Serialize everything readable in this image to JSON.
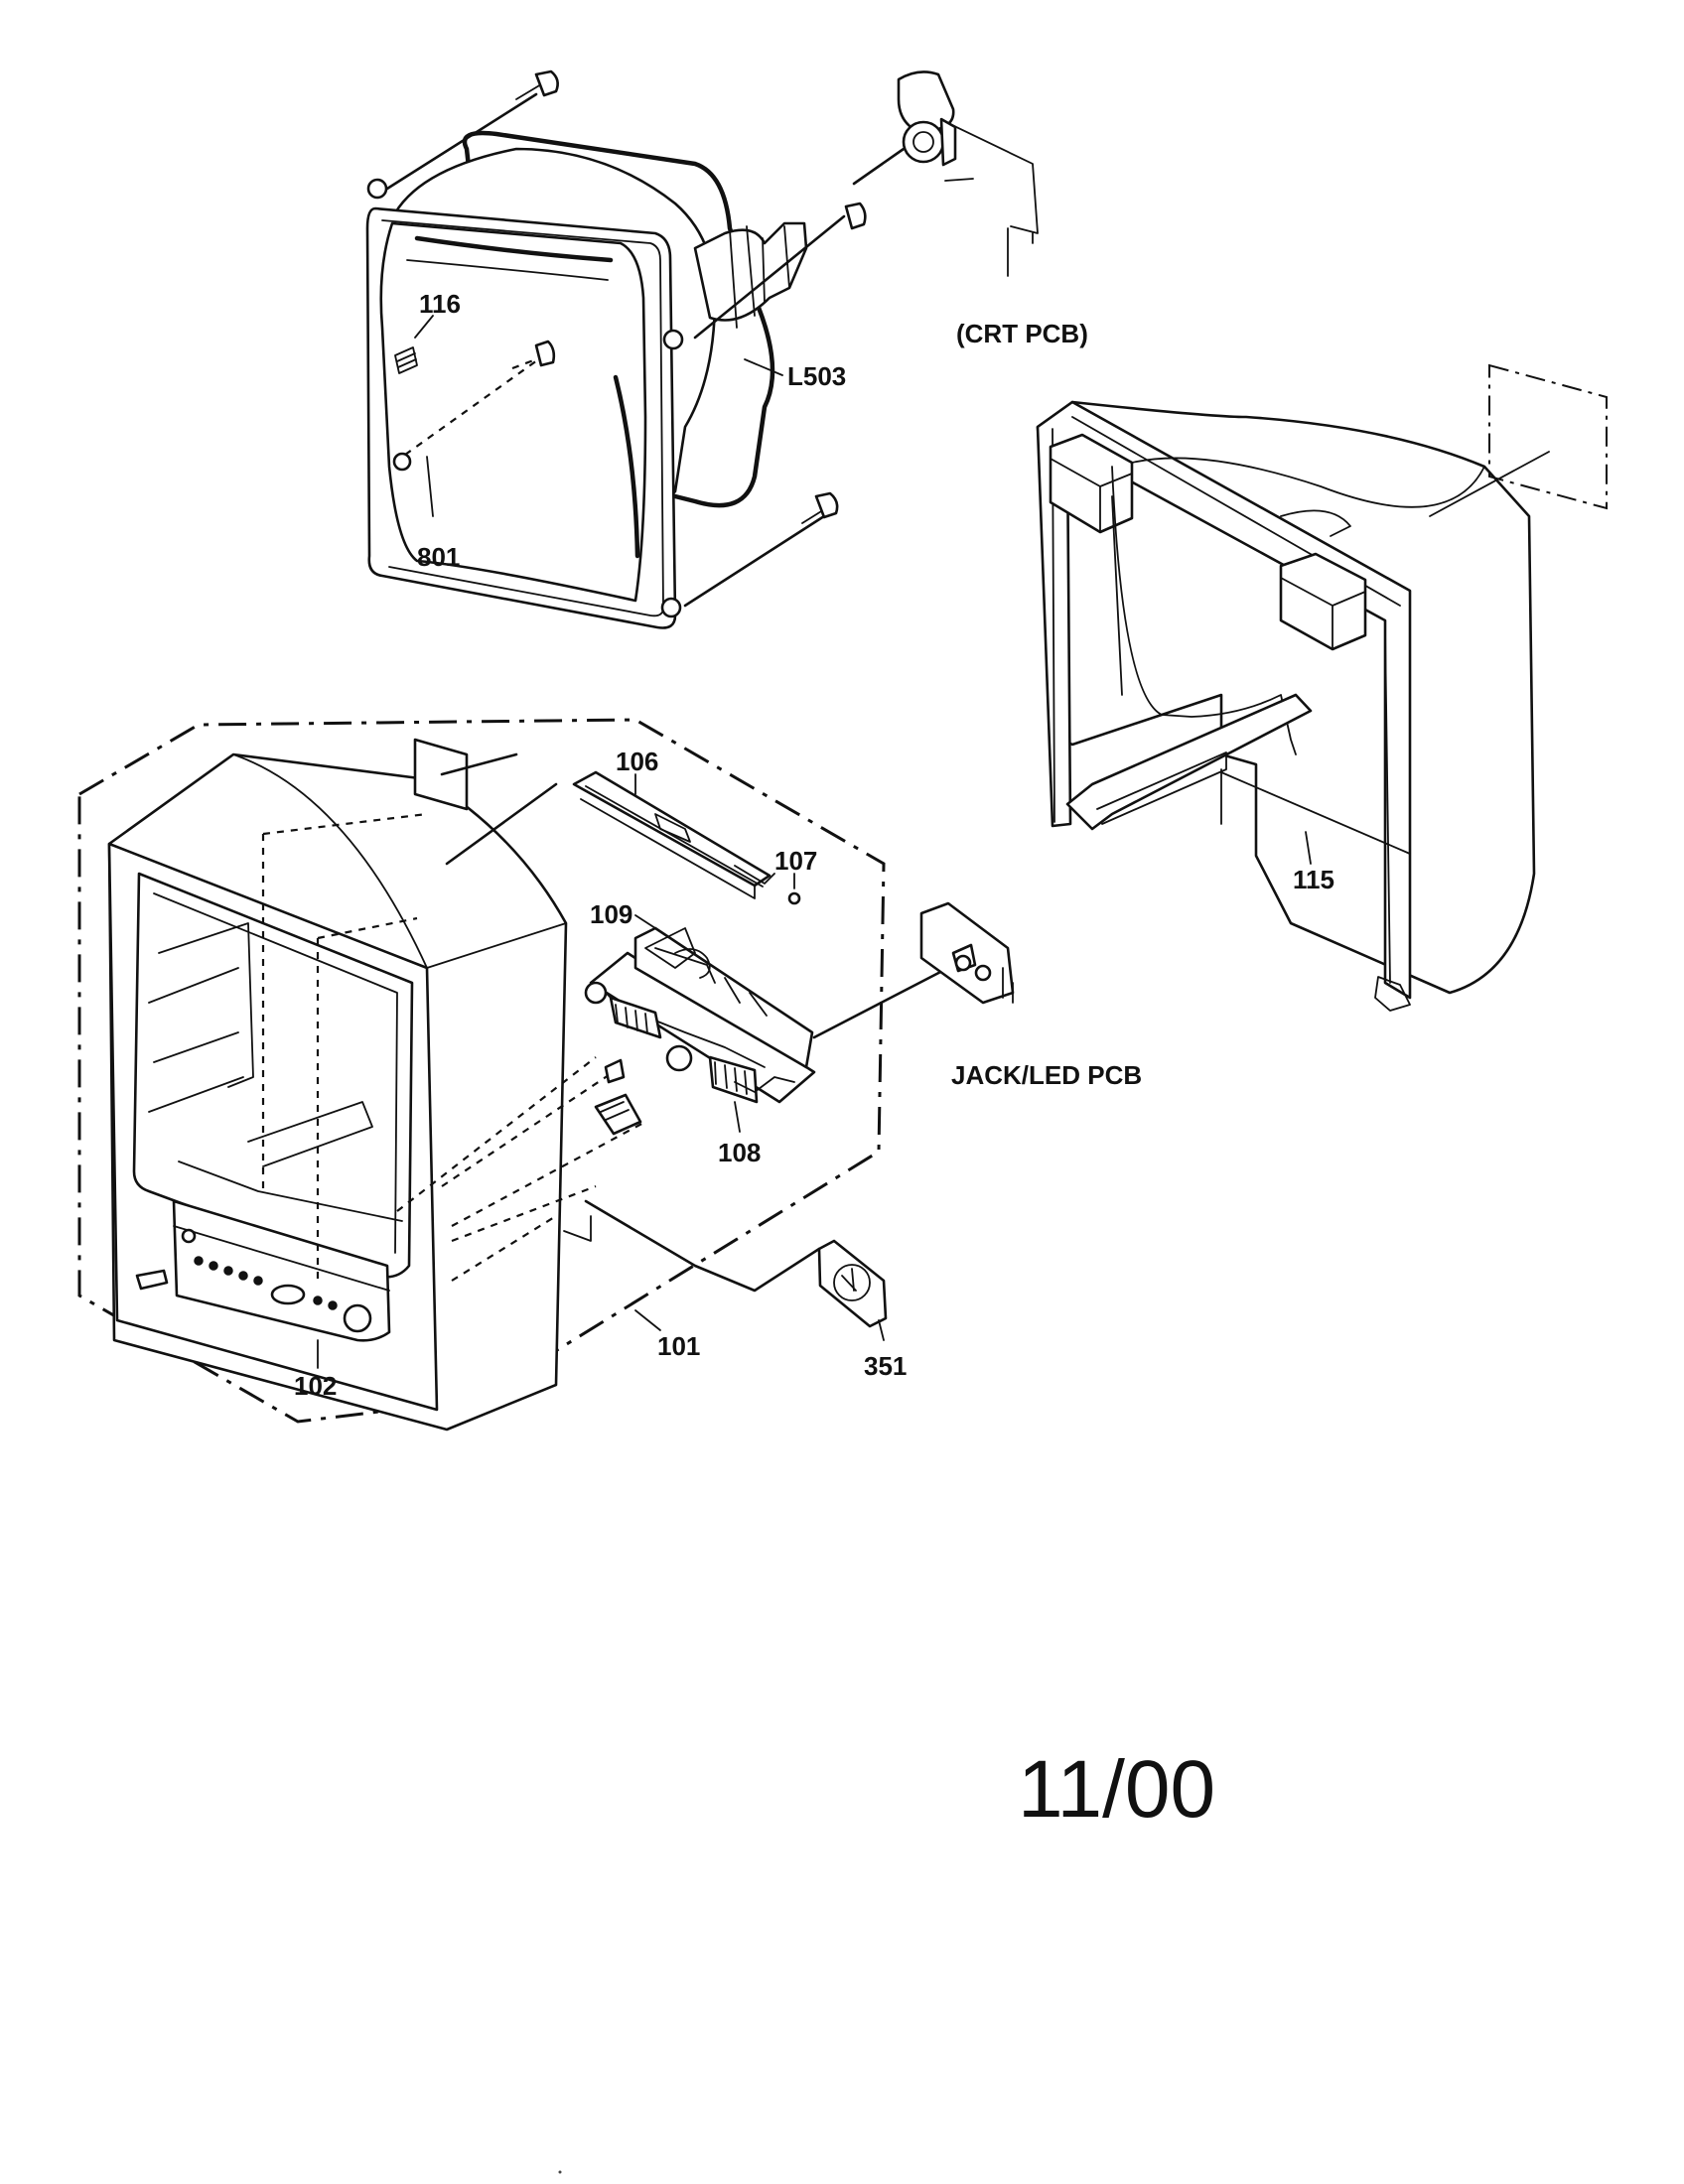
{
  "labels": {
    "p116": "116",
    "p801": "801",
    "l503": "L503",
    "crt_pcb": "(CRT PCB)",
    "p115": "115",
    "p106": "106",
    "p107": "107",
    "p109": "109",
    "jack_led_pcb": "JACK/LED PCB",
    "p108": "108",
    "p101": "101",
    "p102": "102",
    "p351": "351"
  },
  "revision_date": "11/00"
}
